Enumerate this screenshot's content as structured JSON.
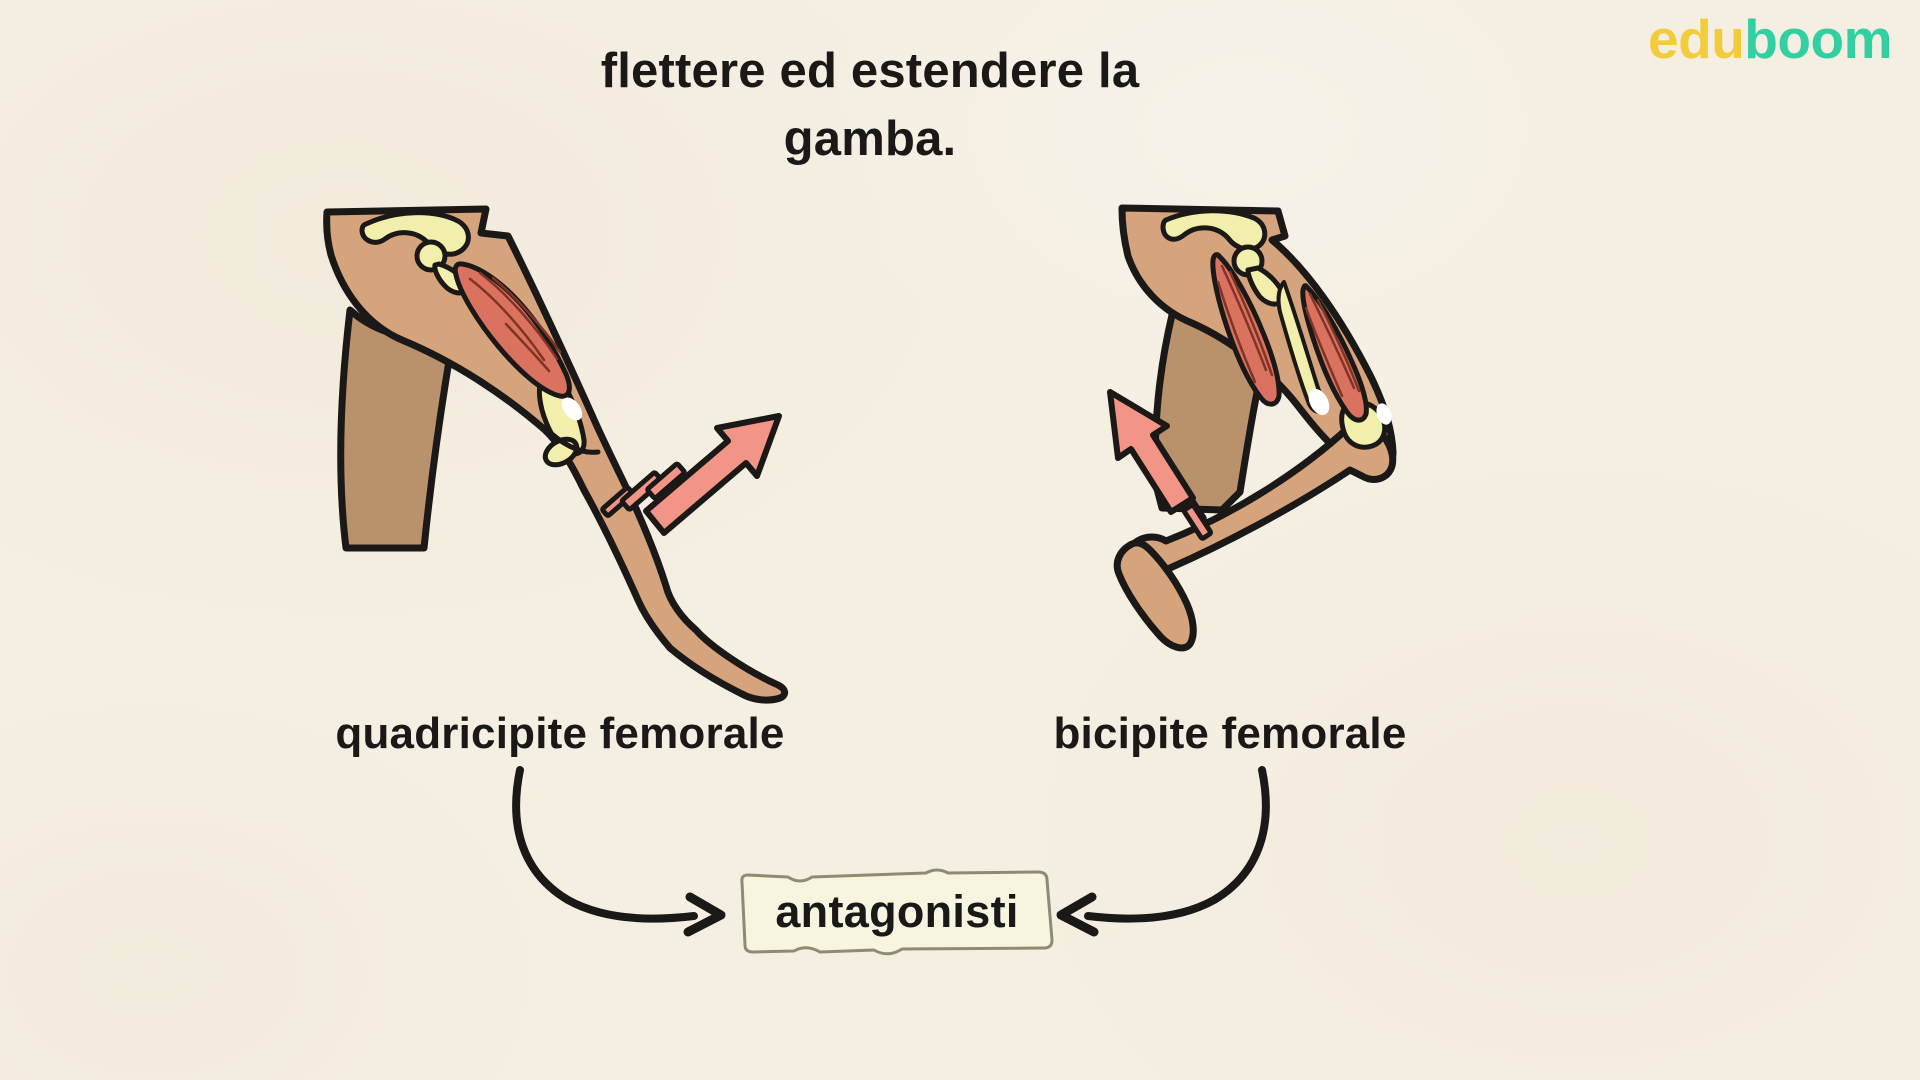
{
  "title": {
    "line1": "flettere ed estendere la",
    "line2": "gamba."
  },
  "brand": {
    "edu": "edu",
    "boom": "boom"
  },
  "figures": {
    "left": {
      "label": "quadricipite femorale",
      "illustration": "extended-leg-with-quadriceps",
      "arrow_icon": "arrow-up-right-icon"
    },
    "right": {
      "label": "bicipite femorale",
      "illustration": "flexed-leg-with-hamstring",
      "arrow_icon": "arrow-up-left-icon"
    }
  },
  "relation": {
    "label": "antagonisti",
    "left_connector_icon": "curved-arrow-right-icon",
    "right_connector_icon": "curved-arrow-left-icon"
  },
  "colors": {
    "bg": "#F5EFE2",
    "ink": "#1B1917",
    "skin": "#D5A47C",
    "skin-dark": "#B9926C",
    "bone": "#F1EFAB",
    "muscle": "#DB7260",
    "muscle-line": "#7E3526",
    "arrow": "#F29486",
    "brand-yellow": "#F3CC3C",
    "brand-teal": "#31CFA2",
    "box-fill": "#F7F4DF",
    "box-border": "#8C8C74"
  }
}
